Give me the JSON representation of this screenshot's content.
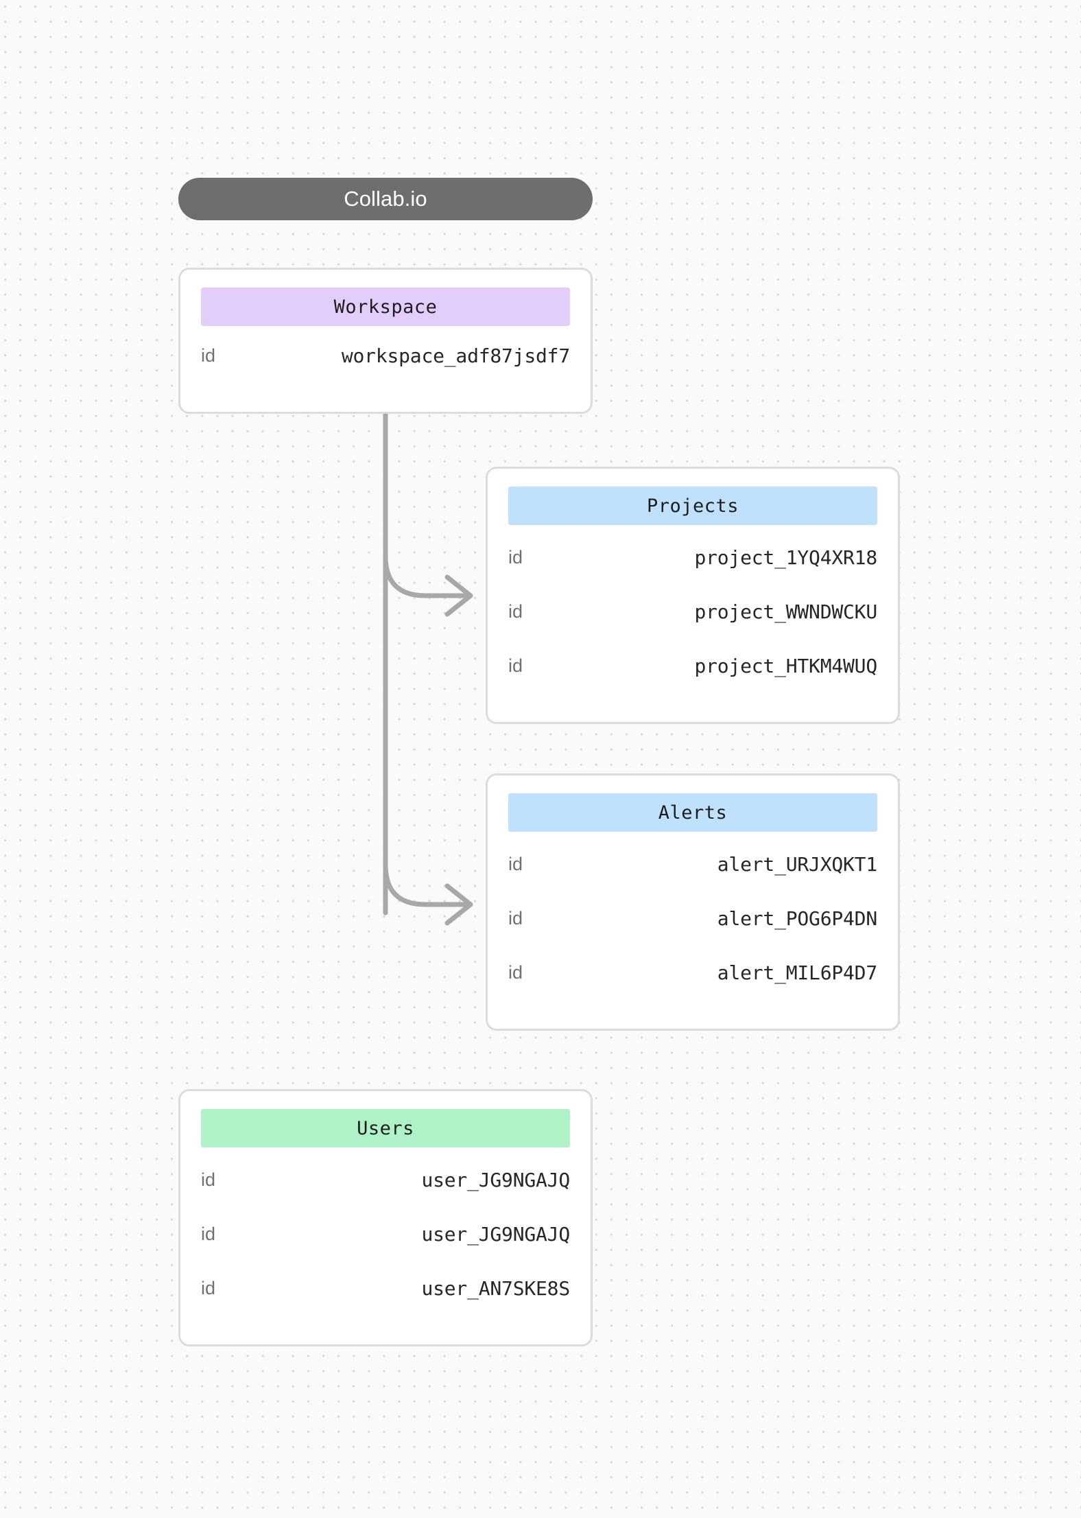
{
  "title": {
    "label": "Collab.io"
  },
  "entities": [
    {
      "name": "workspace",
      "header": "Workspace",
      "header_color": "#e3cdfa",
      "rows": [
        {
          "key": "id",
          "value": "workspace_adf87jsdf7"
        }
      ]
    },
    {
      "name": "projects",
      "header": "Projects",
      "header_color": "#bfe1fc",
      "rows": [
        {
          "key": "id",
          "value": "project_1YQ4XR18"
        },
        {
          "key": "id",
          "value": "project_WWNDWCKU"
        },
        {
          "key": "id",
          "value": "project_HTKM4WUQ"
        }
      ]
    },
    {
      "name": "alerts",
      "header": "Alerts",
      "header_color": "#bfe1fc",
      "rows": [
        {
          "key": "id",
          "value": "alert_URJXQKT1"
        },
        {
          "key": "id",
          "value": "alert_POG6P4DN"
        },
        {
          "key": "id",
          "value": "alert_MIL6P4D7"
        }
      ]
    },
    {
      "name": "users",
      "header": "Users",
      "header_color": "#b0f2c8",
      "rows": [
        {
          "key": "id",
          "value": "user_JG9NGAJQ"
        },
        {
          "key": "id",
          "value": "user_JG9NGAJQ"
        },
        {
          "key": "id",
          "value": "user_AN7SKE8S"
        }
      ]
    }
  ],
  "connectors": [
    {
      "from": "workspace",
      "to": "projects"
    },
    {
      "from": "workspace",
      "to": "alerts"
    }
  ],
  "colors": {
    "background": "#fafafa",
    "grid_dot": "#d9d9d9",
    "title_pill": "#6e6e6e",
    "card_border": "#dcdcdc",
    "connector": "#a8a8a8",
    "key_text": "#707070",
    "value_text": "#262626"
  }
}
